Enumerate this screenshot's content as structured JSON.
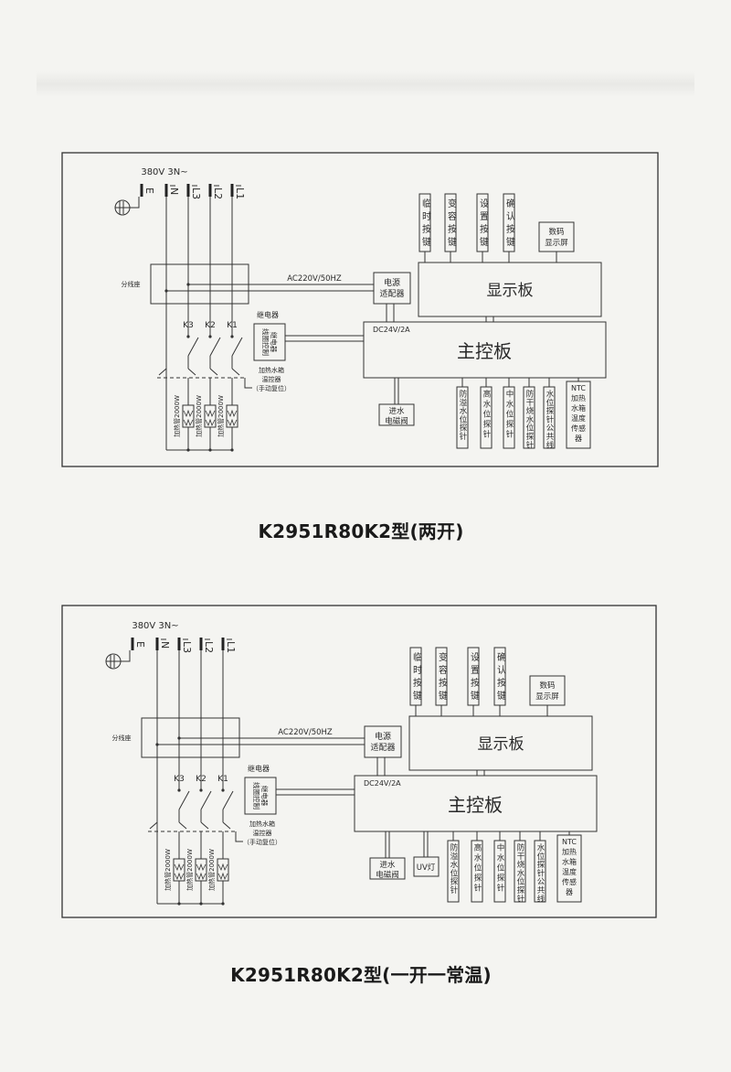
{
  "diagrams": [
    {
      "title": "K2951R80K2型(两开)",
      "supply": "380V 3N~",
      "terminals": [
        "E",
        "N",
        "L3",
        "L2",
        "L1"
      ],
      "junction_box": "分线座",
      "ac_label": "AC220V/50HZ",
      "power_adapter": [
        "电源",
        "适配器"
      ],
      "dc_label": "DC24V/2A",
      "main_board": "主控板",
      "display_board": "显示板",
      "keys": [
        "临时按键",
        "变容按键",
        "设置按键",
        "确认按键"
      ],
      "digital_display": [
        "数码",
        "显示屏"
      ],
      "relay_label": "继电器",
      "relay_box": [
        "继电器",
        "线圈控制"
      ],
      "contactors": [
        "K3",
        "K2",
        "K1"
      ],
      "heaters": [
        "加热管2000W",
        "加热管2000W",
        "加热管2000W"
      ],
      "thermostat": [
        "加热水箱",
        "温控器",
        "（手动复位）"
      ],
      "inlet_valve": [
        "进水",
        "电磁阀"
      ],
      "sensors": [
        "防溢水位探针",
        "高水位探针",
        "中水位探针",
        "防干烧水位探针",
        "水位探针公共线"
      ],
      "ntc_sensor": [
        "NTC",
        "加热",
        "水箱",
        "温度",
        "传感",
        "器"
      ]
    },
    {
      "title": "K2951R80K2型(一开一常温)",
      "supply": "380V 3N~",
      "terminals": [
        "E",
        "N",
        "L3",
        "L2",
        "L1"
      ],
      "junction_box": "分线座",
      "ac_label": "AC220V/50HZ",
      "power_adapter": [
        "电源",
        "适配器"
      ],
      "dc_label": "DC24V/2A",
      "main_board": "主控板",
      "display_board": "显示板",
      "keys": [
        "临时按键",
        "变容按键",
        "设置按键",
        "确认按键"
      ],
      "digital_display": [
        "数码",
        "显示屏"
      ],
      "relay_label": "继电器",
      "relay_box": [
        "继电器",
        "线圈控制"
      ],
      "contactors": [
        "K3",
        "K2",
        "K1"
      ],
      "heaters": [
        "加热管2000W",
        "加热管2000W",
        "加热管2000W"
      ],
      "thermostat": [
        "加热水箱",
        "温控器",
        "（手动复位）"
      ],
      "inlet_valve": [
        "进水",
        "电磁阀"
      ],
      "uv_lamp": "UV灯",
      "sensors": [
        "防溢水位探针",
        "高水位探针",
        "中水位探针",
        "防干烧水位探针",
        "水位探针公共线"
      ],
      "ntc_sensor": [
        "NTC",
        "加热",
        "水箱",
        "温度",
        "传感",
        "器"
      ]
    }
  ]
}
